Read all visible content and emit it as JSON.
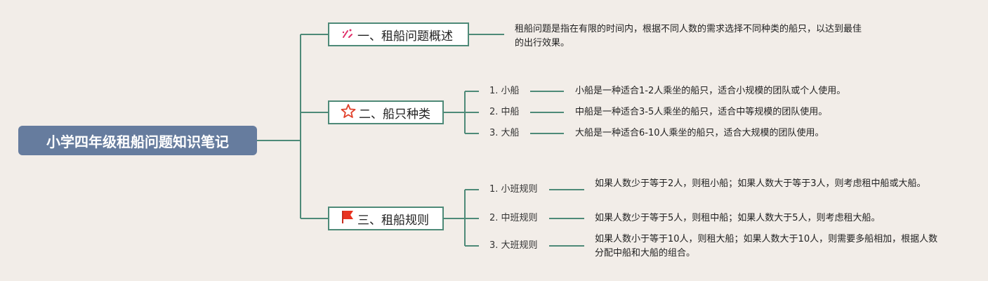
{
  "root": {
    "title": "小学四年级租船问题知识笔记"
  },
  "topics": [
    {
      "label": "一、租船问题概述",
      "icon": "sparkle-icon",
      "description": "租船问题是指在有限的时间内，根据不同人数的需求选择不同种类的船只，以达到最佳的出行效果。"
    },
    {
      "label": "二、船只种类",
      "icon": "star-icon",
      "items": [
        {
          "label": "1. 小船",
          "description": "小船是一种适合1-2人乘坐的船只，适合小规模的团队或个人使用。"
        },
        {
          "label": "2. 中船",
          "description": "中船是一种适合3-5人乘坐的船只，适合中等规模的团队使用。"
        },
        {
          "label": "3. 大船",
          "description": "大船是一种适合6-10人乘坐的船只，适合大规模的团队使用。"
        }
      ]
    },
    {
      "label": "三、租船规则",
      "icon": "flag-icon",
      "items": [
        {
          "label": "1. 小班规则",
          "description": "如果人数少于等于2人，则租小船；如果人数大于等于3人，则考虑租中船或大船。"
        },
        {
          "label": "2. 中班规则",
          "description": "如果人数少于等于5人，则租中船；如果人数大于5人，则考虑租大船。"
        },
        {
          "label": "3. 大班规则",
          "description": "如果人数小于等于10人，则租大船；如果人数大于10人，则需要多船相加，根据人数分配中船和大船的组合。"
        }
      ]
    }
  ],
  "colors": {
    "line": "#4e8a78",
    "root": "#667c9e",
    "background": "#f2ede8"
  }
}
